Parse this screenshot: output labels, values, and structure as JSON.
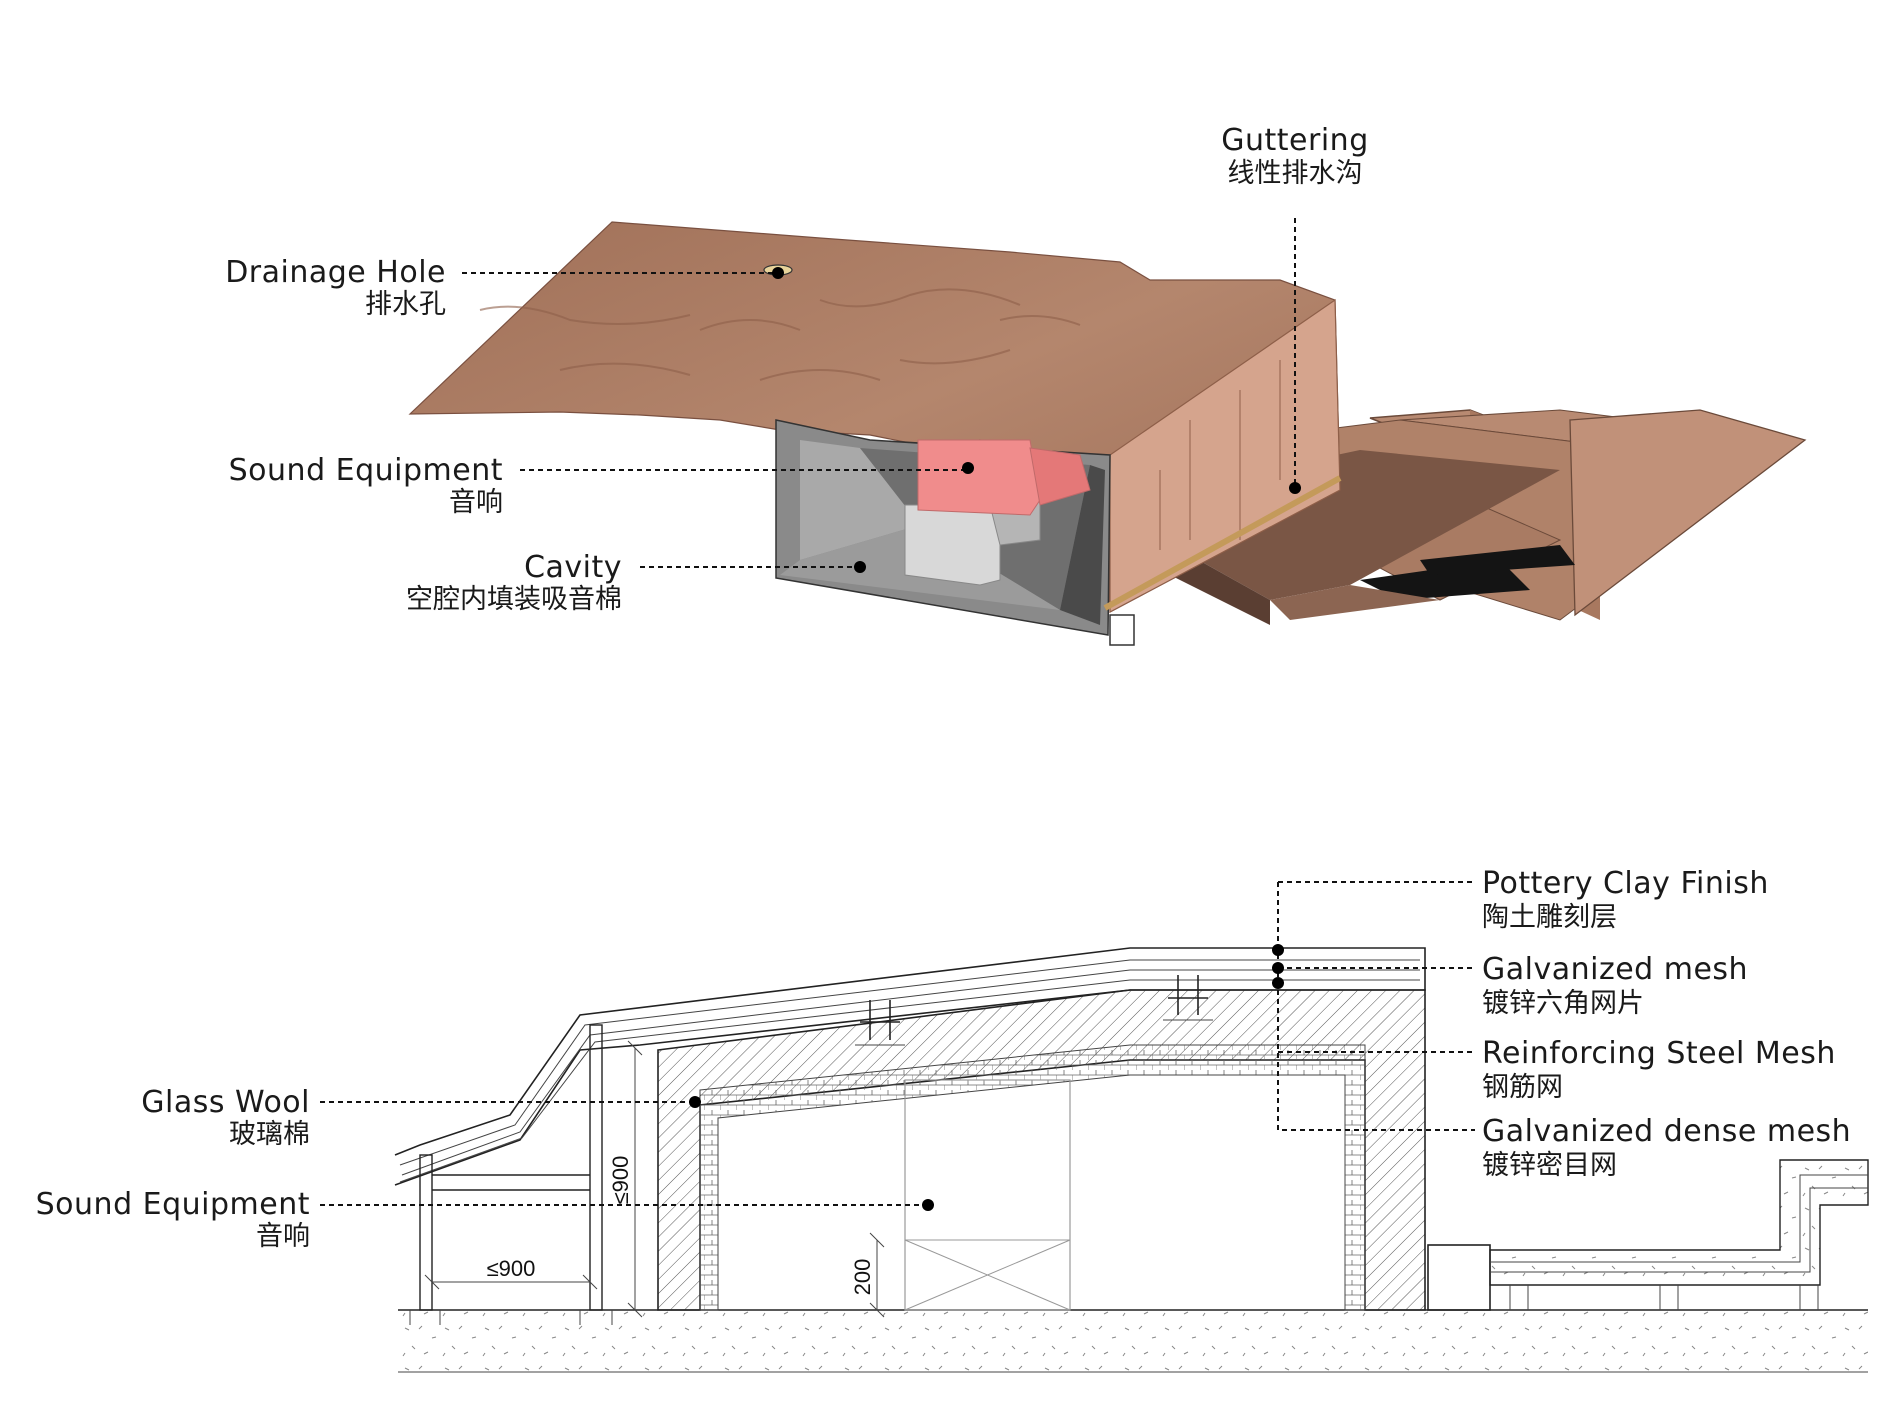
{
  "top_diagram": {
    "labels": {
      "guttering": {
        "en": "Guttering",
        "cn": "线性排水沟"
      },
      "drainage_hole": {
        "en": "Drainage Hole",
        "cn": "排水孔"
      },
      "sound_equipment": {
        "en": "Sound Equipment",
        "cn": "音响"
      },
      "cavity": {
        "en": "Cavity",
        "cn": "空腔内填装吸音棉"
      }
    }
  },
  "section_diagram": {
    "labels": {
      "pottery_clay_finish": {
        "en": "Pottery Clay Finish",
        "cn": "陶土雕刻层"
      },
      "galvanized_mesh": {
        "en": "Galvanized mesh",
        "cn": "镀锌六角网片"
      },
      "reinforcing_steel_mesh": {
        "en": "Reinforcing Steel Mesh",
        "cn": "钢筋网"
      },
      "galvanized_dense_mesh": {
        "en": "Galvanized dense mesh",
        "cn": "镀锌密目网"
      },
      "glass_wool": {
        "en": "Glass Wool",
        "cn": "玻璃棉"
      },
      "sound_equipment": {
        "en": "Sound Equipment",
        "cn": "音响"
      }
    },
    "dimensions": {
      "horizontal_spacing": "≤900",
      "vertical_height": "≤900",
      "base_height": "200"
    }
  },
  "colors": {
    "clay_surface": "#a8785f",
    "clay_side": "#d5a48d",
    "cavity_gray": "#8a8a8a",
    "speaker_pink": "#f08c8c",
    "gutter_brown": "#7a5645",
    "tile_brown": "#b88a72"
  }
}
